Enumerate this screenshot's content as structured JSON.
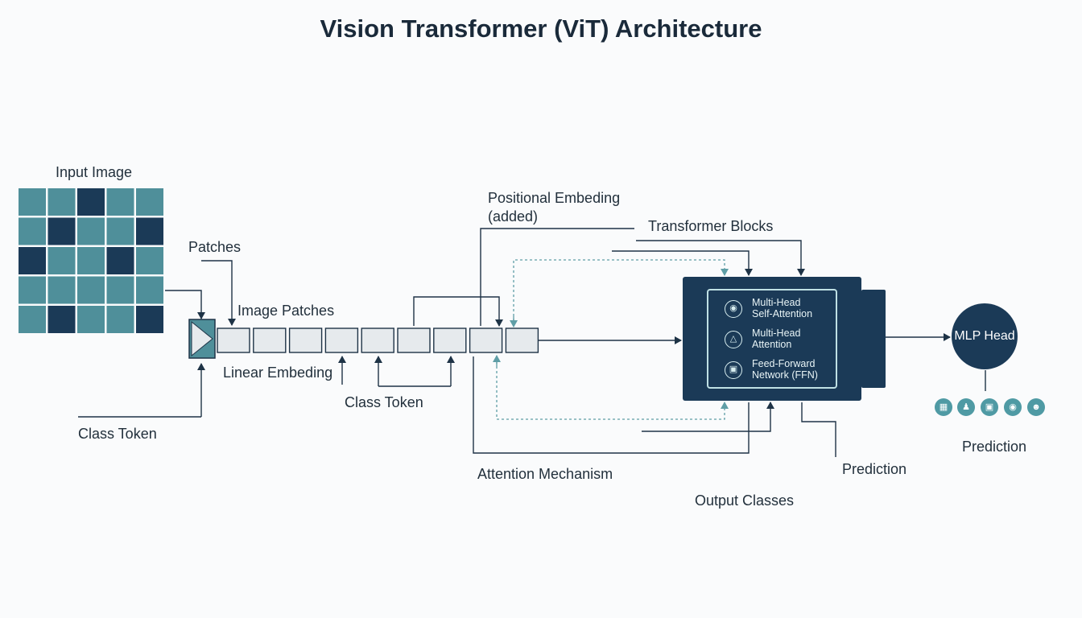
{
  "title": "Vision Transformer (ViT) Architecture",
  "labels": {
    "input_image": "Input Image",
    "patches": "Patches",
    "image_patches": "Image Patches",
    "linear_embedding": "Linear Embeding",
    "class_token_left": "Class Token",
    "class_token_mid": "Class Token",
    "positional_embedding_line1": "Positional Embeding",
    "positional_embedding_line2": "(added)",
    "transformer_blocks": "Transformer Blocks",
    "attention_mechanism": "Attention Mechanism",
    "output_classes": "Output Classes",
    "prediction_mid": "Prediction",
    "prediction_right": "Prediction"
  },
  "encoder": {
    "items": [
      {
        "line1": "Multi-Head",
        "line2": "Self-Attention",
        "icon": "attention-icon"
      },
      {
        "line1": "Multi-Head",
        "line2": "Attention",
        "icon": "network-icon"
      },
      {
        "line1": "Feed-Forward",
        "line2": "Network (FFN)",
        "icon": "ffn-icon"
      }
    ]
  },
  "mlp_head": "MLP Head",
  "prediction_icons": [
    "chart-icon",
    "people-icon",
    "image-icon",
    "globe-icon",
    "person-icon"
  ],
  "colors": {
    "teal": "#4f8f9a",
    "dark_navy": "#1b3a57",
    "light_teal": "#6aa8b0",
    "token_fill": "#e6eaed",
    "line": "#1e3346",
    "dashed": "#5f9ea6"
  },
  "image_grid": [
    [
      0,
      0,
      1,
      0,
      0
    ],
    [
      0,
      1,
      0,
      0,
      1
    ],
    [
      1,
      0,
      0,
      1,
      0
    ],
    [
      0,
      0,
      0,
      0,
      0
    ],
    [
      0,
      1,
      0,
      0,
      1
    ]
  ]
}
